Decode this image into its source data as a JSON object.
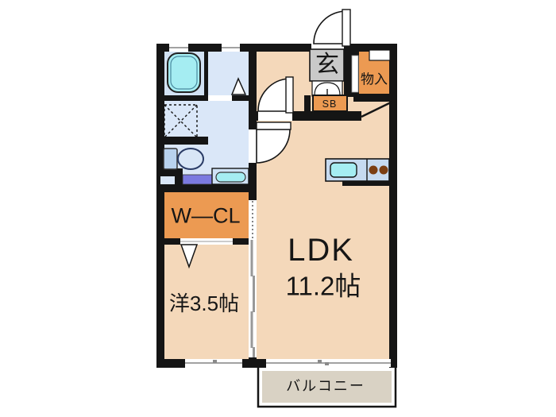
{
  "plan": {
    "labels": {
      "entrance": "玄",
      "storage": "物入",
      "shoe_box": "SB",
      "walk_in_closet": "W—CL",
      "ldk_name": "LDK",
      "ldk_size": "11.2帖",
      "western_room": "洋3.5帖",
      "balcony": "バルコニー"
    },
    "colors": {
      "wall": "#151515",
      "room_floor": "#f4d8ba",
      "wet_area_floor": "#dae7f8",
      "bath_floor": "#d2e2f4",
      "closet_orange": "#ec9a52",
      "entrance_gray": "#c9c9c9",
      "balcony_beige": "#d9d2c4",
      "fixture_cyan": "#a5edf2",
      "counter_blue": "#c6daf0",
      "vanity_purple": "#7b7ae0",
      "burner_brown": "#7b3e12"
    }
  }
}
